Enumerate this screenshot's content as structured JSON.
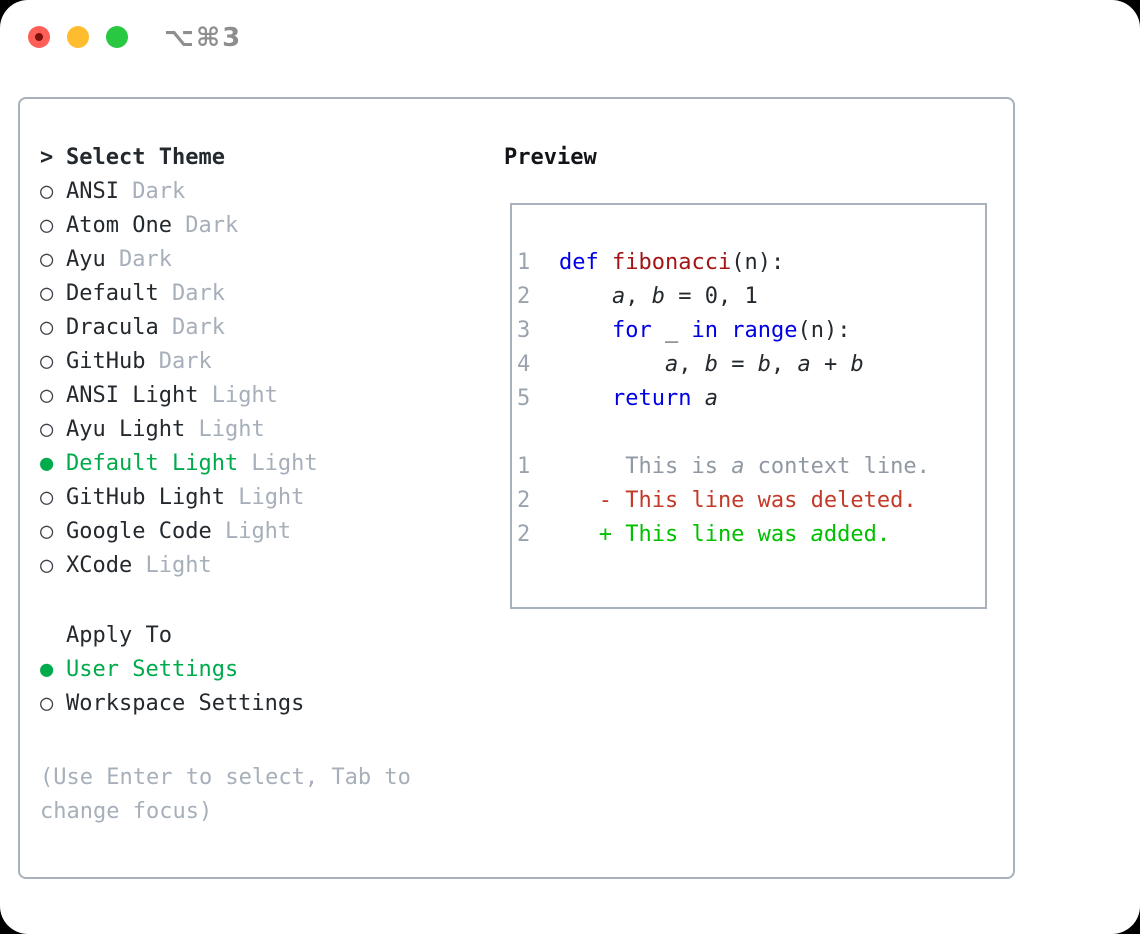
{
  "colors": {
    "traffic_red": "#ff5f57",
    "traffic_red_dot": "#7c120b",
    "traffic_yellow": "#febc2e",
    "traffic_green": "#28c840",
    "title_gray": "#8e8e8e",
    "border_gray": "#a9b1bc",
    "text_dark": "#24292e",
    "marker_gray": "#3d434b",
    "muted_gray": "#a6afba",
    "selected_green": "#00ab4c",
    "keyword_blue": "#0000e6",
    "function_red": "#a31515",
    "line_number_gray": "#9aa3ae",
    "context_gray": "#8f98a3",
    "deleted_red": "#c43a28",
    "added_green": "#00c000"
  },
  "window": {
    "title": "⌥⌘3"
  },
  "theme_panel": {
    "cursor_marker": ">",
    "header": "Select Theme",
    "unselected_marker": "○",
    "selected_marker": "●",
    "items": [
      {
        "name": "ANSI",
        "variant": "Dark",
        "selected": false
      },
      {
        "name": "Atom One",
        "variant": "Dark",
        "selected": false
      },
      {
        "name": "Ayu",
        "variant": "Dark",
        "selected": false
      },
      {
        "name": "Default",
        "variant": "Dark",
        "selected": false
      },
      {
        "name": "Dracula",
        "variant": "Dark",
        "selected": false
      },
      {
        "name": "GitHub",
        "variant": "Dark",
        "selected": false
      },
      {
        "name": "ANSI Light",
        "variant": "Light",
        "selected": false
      },
      {
        "name": "Ayu Light",
        "variant": "Light",
        "selected": false
      },
      {
        "name": "Default Light",
        "variant": "Light",
        "selected": true
      },
      {
        "name": "GitHub Light",
        "variant": "Light",
        "selected": false
      },
      {
        "name": "Google Code",
        "variant": "Light",
        "selected": false
      },
      {
        "name": "XCode",
        "variant": "Light",
        "selected": false
      }
    ]
  },
  "apply_panel": {
    "header": "Apply To",
    "items": [
      {
        "name": "User Settings",
        "selected": true
      },
      {
        "name": "Workspace Settings",
        "selected": false
      }
    ]
  },
  "hint": {
    "line1": "(Use Enter to select, Tab to",
    "line2": "change focus)"
  },
  "preview": {
    "title": "Preview",
    "lines": [
      {
        "num": "1",
        "segments": [
          {
            "t": "def ",
            "c": "kw"
          },
          {
            "t": "fibonacci",
            "c": "fn"
          },
          {
            "t": "(n):",
            "c": "plain"
          }
        ]
      },
      {
        "num": "2",
        "segments": [
          {
            "t": "    ",
            "c": "plain"
          },
          {
            "t": "a",
            "c": "var"
          },
          {
            "t": ", ",
            "c": "plain"
          },
          {
            "t": "b",
            "c": "var"
          },
          {
            "t": " = 0, 1",
            "c": "plain"
          }
        ]
      },
      {
        "num": "3",
        "segments": [
          {
            "t": "    ",
            "c": "plain"
          },
          {
            "t": "for",
            "c": "kw"
          },
          {
            "t": " _ ",
            "c": "plain"
          },
          {
            "t": "in",
            "c": "kw"
          },
          {
            "t": " ",
            "c": "plain"
          },
          {
            "t": "range",
            "c": "kw"
          },
          {
            "t": "(n):",
            "c": "plain"
          }
        ]
      },
      {
        "num": "4",
        "segments": [
          {
            "t": "        ",
            "c": "plain"
          },
          {
            "t": "a",
            "c": "var"
          },
          {
            "t": ", ",
            "c": "plain"
          },
          {
            "t": "b",
            "c": "var"
          },
          {
            "t": " = ",
            "c": "plain"
          },
          {
            "t": "b",
            "c": "var"
          },
          {
            "t": ", ",
            "c": "plain"
          },
          {
            "t": "a",
            "c": "var"
          },
          {
            "t": " + ",
            "c": "plain"
          },
          {
            "t": "b",
            "c": "var"
          }
        ]
      },
      {
        "num": "5",
        "segments": [
          {
            "t": "    ",
            "c": "plain"
          },
          {
            "t": "return",
            "c": "kw"
          },
          {
            "t": " ",
            "c": "plain"
          },
          {
            "t": "a",
            "c": "var"
          }
        ]
      },
      {
        "num": "",
        "segments": []
      },
      {
        "num": "1",
        "segments": [
          {
            "t": "     This is ",
            "c": "ctx"
          },
          {
            "t": "a",
            "c": "ctx-var"
          },
          {
            "t": " context line.",
            "c": "ctx"
          }
        ]
      },
      {
        "num": "2",
        "segments": [
          {
            "t": "   - This line was deleted.",
            "c": "del"
          }
        ]
      },
      {
        "num": "2",
        "segments": [
          {
            "t": "   + This line was ",
            "c": "add"
          },
          {
            "t": "a",
            "c": "add-var"
          },
          {
            "t": "dded.",
            "c": "add"
          }
        ]
      }
    ]
  }
}
